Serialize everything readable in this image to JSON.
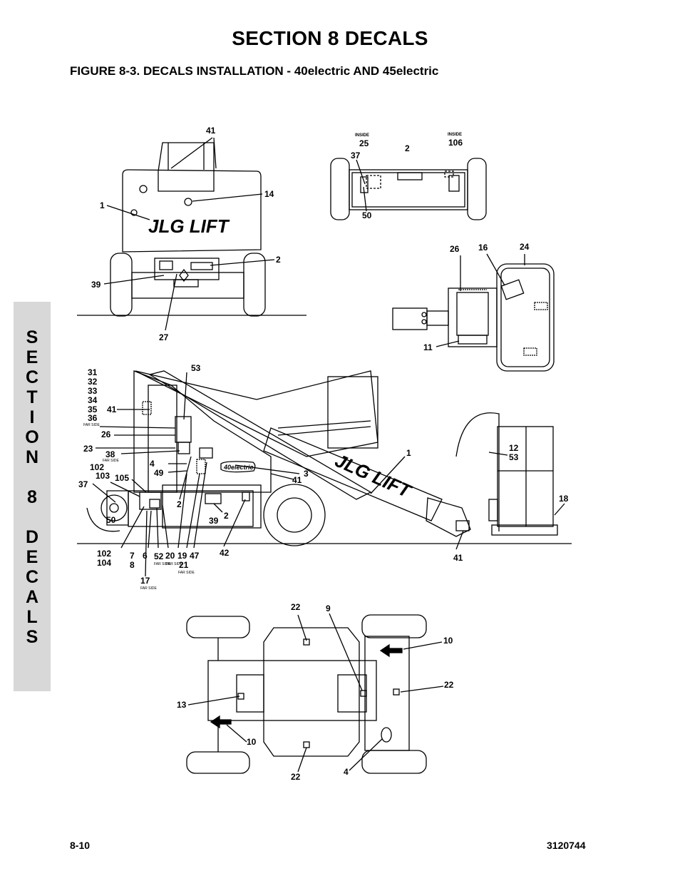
{
  "header": {
    "section_title": "SECTION 8  DECALS",
    "figure_title": "FIGURE 8-3.    DECALS INSTALLATION - 40electric AND 45electric"
  },
  "side_tab": {
    "letters": [
      "S",
      "E",
      "C",
      "T",
      "I",
      "O",
      "N",
      "8",
      "D",
      "E",
      "C",
      "A",
      "L",
      "S"
    ]
  },
  "figure": {
    "logo_text": "JLG LIFT",
    "model_badge": "40electric",
    "notes": {
      "inside": "INSIDE",
      "far_side": "FAR SIDE"
    },
    "rear_view_callouts": {
      "c41": "41",
      "c14": "14",
      "c1": "1",
      "c2": "2",
      "c39": "39",
      "c27": "27"
    },
    "platform_top_callouts": {
      "c25": "25",
      "c2": "2",
      "c106": "106",
      "c37": "37",
      "c50": "50"
    },
    "platform_view_callouts": {
      "c26": "26",
      "c16": "16",
      "c24": "24",
      "c11": "11"
    },
    "side_view_callouts": {
      "left_stack": [
        "31",
        "32",
        "33",
        "34",
        "35",
        "36"
      ],
      "c41a": "41",
      "c53": "53",
      "c26": "26",
      "c23": "23",
      "c38": "38",
      "c102a": "102",
      "c103": "103",
      "c105": "105",
      "c4": "4",
      "c49": "49",
      "c37": "37",
      "c50": "50",
      "c2a": "2",
      "c39": "39",
      "c2b": "2",
      "c1": "1",
      "c3": "3",
      "c41b": "41",
      "c12": "12",
      "c53b": "53",
      "c18": "18",
      "c41c": "41",
      "c102b": "102",
      "c104": "104",
      "c7": "7",
      "c8": "8",
      "c6": "6",
      "c52": "52",
      "c20": "20",
      "c19": "19",
      "c21": "21",
      "c47": "47",
      "c42": "42",
      "c17": "17"
    },
    "bottom_view_callouts": {
      "c22a": "22",
      "c9": "9",
      "c10a": "10",
      "c22b": "22",
      "c13": "13",
      "c10b": "10",
      "c22c": "22",
      "c4": "4"
    }
  },
  "footer": {
    "page_number": "8-10",
    "doc_number": "3120744"
  }
}
